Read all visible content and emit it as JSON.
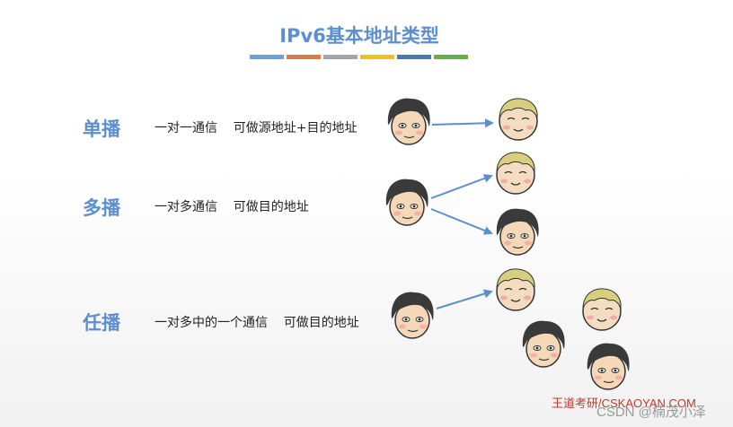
{
  "title": "IPv6基本地址类型",
  "colorbar": [
    "#6ea0d6",
    "#e07b39",
    "#a5a5a5",
    "#f2c11d",
    "#4f74be",
    "#6aaf46"
  ],
  "rows": {
    "unicast": {
      "term": "单播",
      "desc": "一对一通信    可做源地址+目的地址"
    },
    "multicast": {
      "term": "多播",
      "desc": "一对多通信    可做目的地址"
    },
    "anycast": {
      "term": "任播",
      "desc": "一对多中的一个通信    可做目的地址"
    }
  },
  "footer": {
    "brand": "王道考研/CSKAOYAN.COM",
    "watermark": "CSDN @楠茂小泽"
  }
}
